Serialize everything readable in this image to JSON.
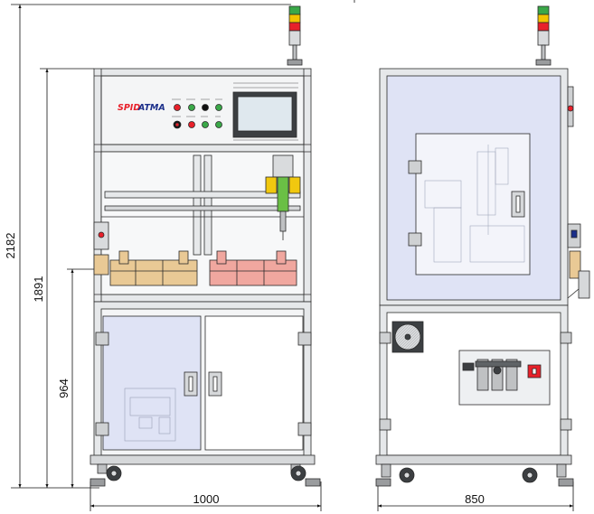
{
  "dimensions": {
    "overall_height": "2182",
    "frame_height": "1891",
    "base_height": "964",
    "front_width": "1000",
    "side_width": "850"
  },
  "brand": {
    "part1": "SPID",
    "part2": "ATMA",
    "part1_color": "#e8202a",
    "part2_color": "#1b2f8a"
  },
  "colors": {
    "frame": "#e6e8ea",
    "frame_stroke": "#2a2a2a",
    "glass_panel": "#dfe3f5",
    "beacon_green": "#3aa848",
    "beacon_yellow": "#f2c300",
    "beacon_red": "#e8202a",
    "fixture_left": "#e9c995",
    "fixture_right": "#f0a79f",
    "dispenser_yellow": "#f1c80f",
    "dispenser_green": "#6abf45"
  },
  "icons": [
    "signal-tower-icon",
    "fan-icon",
    "air-filter-regulator-icon",
    "power-switch-icon",
    "caster-wheel-icon",
    "hmi-touchscreen-icon"
  ]
}
